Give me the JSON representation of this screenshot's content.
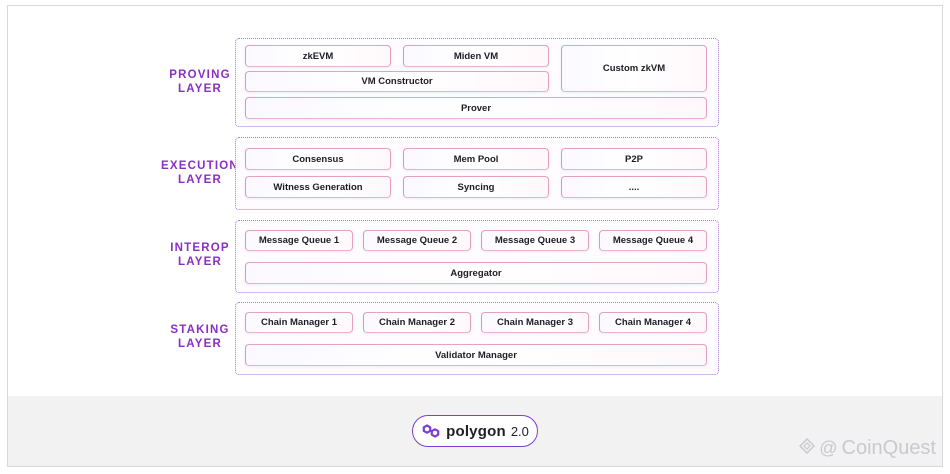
{
  "layers": {
    "proving": {
      "label_line1": "PROVING",
      "label_line2": "LAYER",
      "modules": {
        "zkevm": "zkEVM",
        "miden_vm": "Miden VM",
        "custom_zkvm": "Custom zkVM",
        "vm_constructor": "VM Constructor",
        "prover": "Prover"
      }
    },
    "execution": {
      "label_line1": "EXECUTION",
      "label_line2": "LAYER",
      "modules": {
        "consensus": "Consensus",
        "mem_pool": "Mem Pool",
        "p2p": "P2P",
        "witness_generation": "Witness Generation",
        "syncing": "Syncing",
        "more": "...."
      }
    },
    "interop": {
      "label_line1": "INTEROP",
      "label_line2": "LAYER",
      "modules": {
        "queues": [
          "Message Queue 1",
          "Message Queue 2",
          "Message Queue 3",
          "Message Queue 4"
        ],
        "aggregator": "Aggregator"
      }
    },
    "staking": {
      "label_line1": "STAKING",
      "label_line2": "LAYER",
      "modules": {
        "managers": [
          "Chain Manager 1",
          "Chain Manager 2",
          "Chain Manager 3",
          "Chain Manager 4"
        ],
        "validator_manager": "Validator Manager"
      }
    }
  },
  "footer": {
    "brand": "polygon",
    "version": "2.0",
    "logo_icon": "polygon-logo-icon",
    "brand_color": "#7c3fd6"
  },
  "watermark": {
    "prefix": "@",
    "text": "CoinQuest"
  },
  "colors": {
    "layer_label": "#8a2fc4",
    "layer_border": "#a873d8",
    "module_border": "#e3a2bd"
  }
}
